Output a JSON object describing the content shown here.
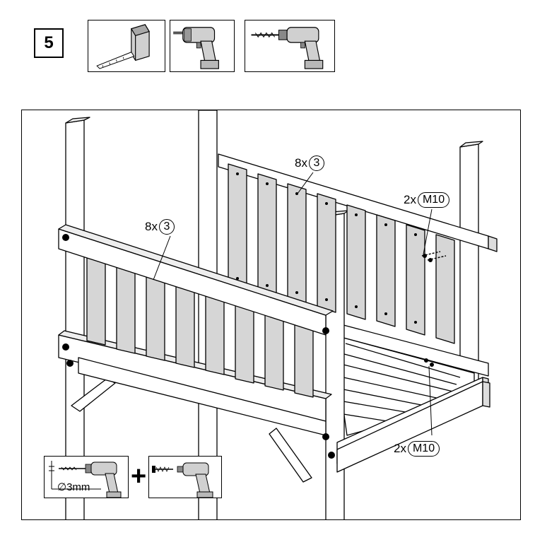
{
  "step": {
    "number": "5"
  },
  "tools": [
    {
      "name": "measuring-tape"
    },
    {
      "name": "cordless-screwdriver"
    },
    {
      "name": "drill"
    }
  ],
  "callouts": {
    "slats_back_qty": "8x",
    "slats_back_part": "3",
    "slats_front_qty": "8x",
    "slats_front_part": "3",
    "bolt_top_qty": "2x",
    "bolt_top_part": "M10",
    "bolt_bottom_qty": "2x",
    "bolt_bottom_part": "M10"
  },
  "inset": {
    "drill_diameter": "∅3mm",
    "plus": "+"
  },
  "colors": {
    "wood_fill": "#ffffff",
    "slat_fill": "#d6d6d6",
    "line": "#000000"
  }
}
